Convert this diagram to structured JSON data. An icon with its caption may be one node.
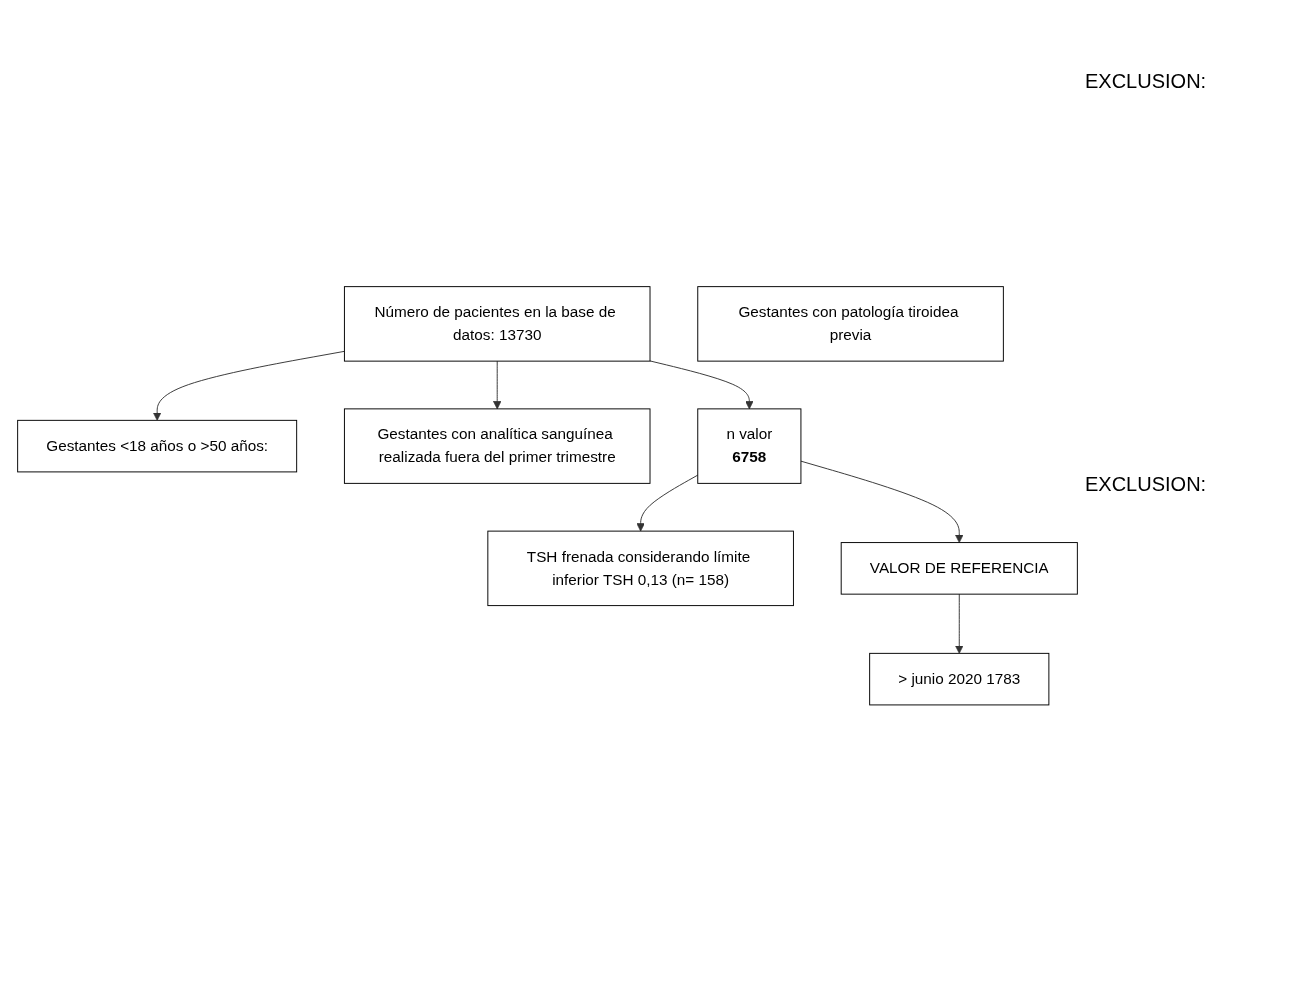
{
  "diagram": {
    "nodes": [
      {
        "text": [
          "Número de pacientes en la base de datos: 13730"
        ]
      },
      {
        "text": [
          "Gestantes <18 años o >50 años:"
        ]
      },
      {
        "text": [
          "Gestantes con analítica sanguínea realizada fuera del primer trimestre"
        ]
      },
      {
        "text": [
          "n valor",
          "6758"
        ]
      },
      {
        "text": [
          "TSH frenada considerando límite inferior TSH 0,13 (n= 158)"
        ]
      },
      {
        "text": [
          "VALOR DE REFERENCIA"
        ]
      },
      {
        "text": [
          "> junio 2020 1783"
        ]
      },
      {
        "text": [
          "Gestantes con patología tiroidea previa"
        ]
      }
    ],
    "edges": [
      {
        "from": 0,
        "to": 1,
        "arrow": "to"
      },
      {
        "from": 0,
        "to": 2,
        "arrow": "to"
      },
      {
        "from": 0,
        "to": 3,
        "arrow": "to"
      },
      {
        "from": 3,
        "to": 5,
        "arrow": "to"
      },
      {
        "from": 3,
        "to": 4,
        "arrow": "to"
      },
      {
        "from": 5,
        "to": 6,
        "arrow": "to"
      }
    ],
    "labels": [
      "EXCLUSION:",
      "EXCLUSION:"
    ]
  }
}
